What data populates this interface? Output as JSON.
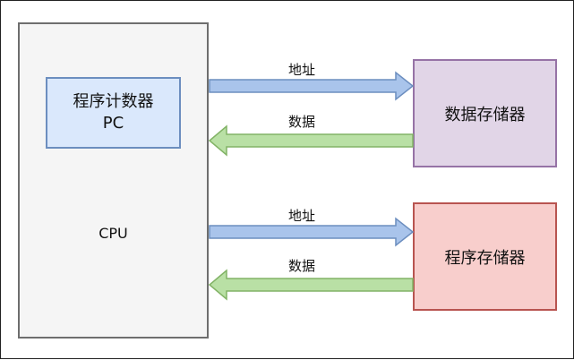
{
  "cpu": {
    "label": "CPU"
  },
  "pc": {
    "line1": "程序计数器",
    "line2": "PC"
  },
  "data_memory": {
    "label": "数据存储器"
  },
  "program_memory": {
    "label": "程序存储器"
  },
  "edges": {
    "data_addr": "地址",
    "data_data": "数据",
    "prog_addr": "地址",
    "prog_data": "数据"
  },
  "colors": {
    "address_arrow": "#a9c4eb",
    "address_stroke": "#6c8ebf",
    "data_arrow": "#b9e0a5",
    "data_stroke": "#82b366"
  }
}
